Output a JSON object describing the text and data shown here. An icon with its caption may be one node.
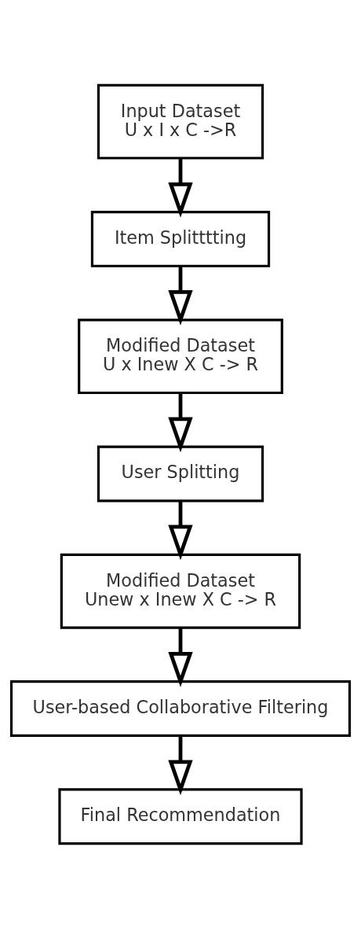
{
  "diagram": {
    "nodes": [
      {
        "text": [
          "Input Dataset",
          "U x I x C ->R"
        ]
      },
      {
        "text": [
          "Item Splitttting"
        ]
      },
      {
        "text": [
          "Modified Dataset",
          "U x Inew X C -> R"
        ]
      },
      {
        "text": [
          "User Splitting"
        ]
      },
      {
        "text": [
          "Modified Dataset",
          "Unew x Inew X C -> R"
        ]
      },
      {
        "text": [
          "User-based Collaborative Filtering"
        ]
      },
      {
        "text": [
          "Final Recommendation"
        ]
      }
    ],
    "edges": [
      {
        "from": 0,
        "to": 1,
        "arrow": "to"
      },
      {
        "from": 1,
        "to": 2,
        "arrow": "to"
      },
      {
        "from": 2,
        "to": 3,
        "arrow": "to"
      },
      {
        "from": 3,
        "to": 4,
        "arrow": "to"
      },
      {
        "from": 4,
        "to": 5,
        "arrow": "to"
      },
      {
        "from": 5,
        "to": 6,
        "arrow": "to"
      }
    ]
  }
}
